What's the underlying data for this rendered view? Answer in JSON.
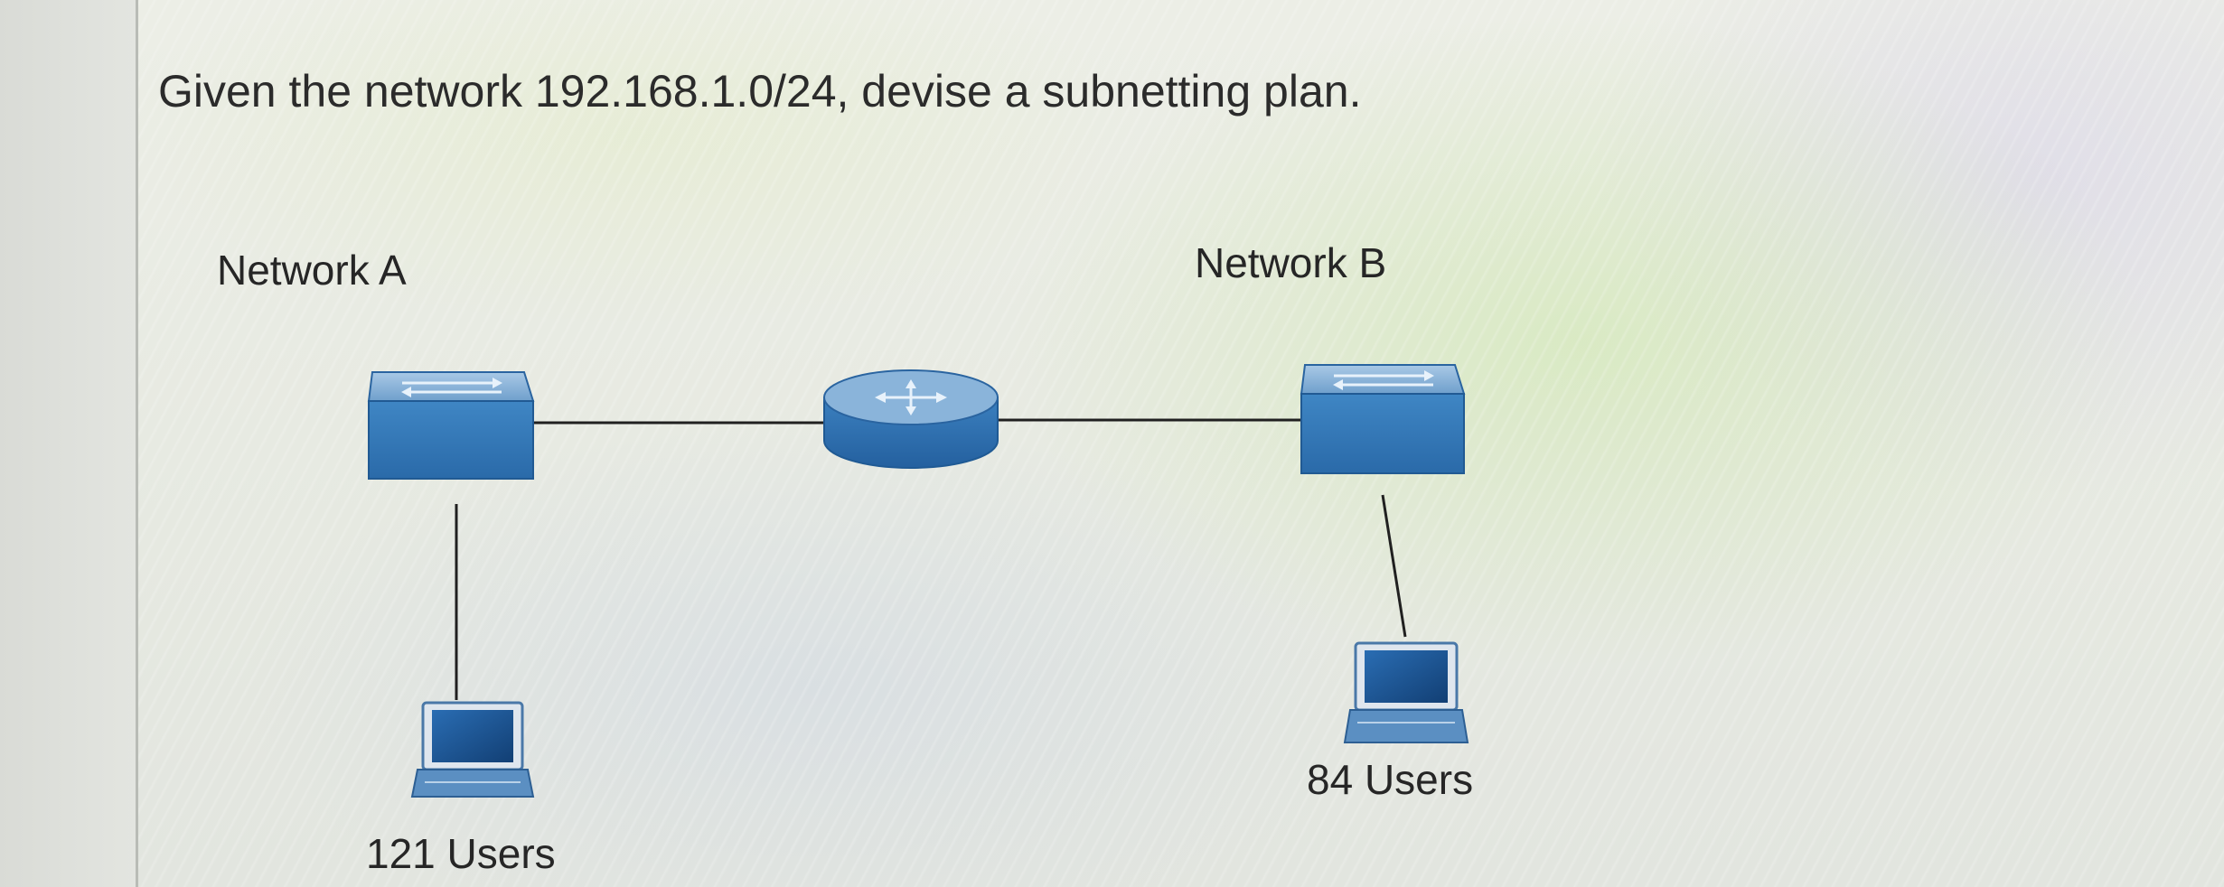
{
  "question": "Given the network 192.168.1.0/24, devise a subnetting plan.",
  "network_a": {
    "title": "Network A",
    "users_label": "121 Users"
  },
  "network_b": {
    "title": "Network B",
    "users_label": "84 Users"
  },
  "icons": {
    "switch": "switch-icon",
    "router": "router-icon",
    "host": "laptop-icon"
  },
  "colors": {
    "device_blue": "#3d82c0",
    "device_blue_dark": "#1f5f9e",
    "device_top": "#8fb8dc",
    "link": "#202020",
    "text": "#262626"
  }
}
